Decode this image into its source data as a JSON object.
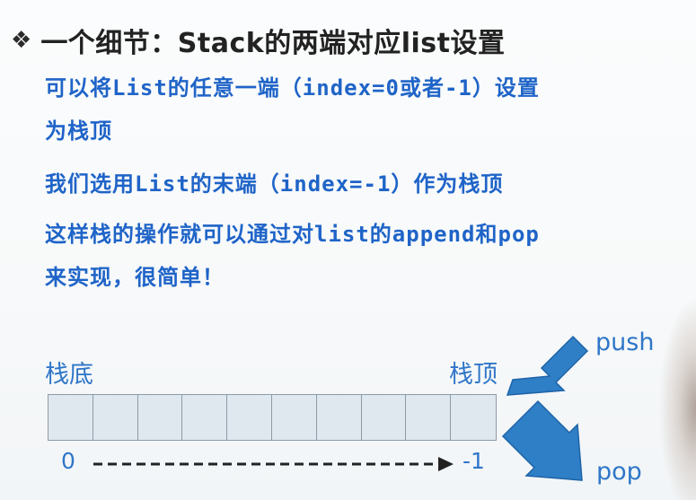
{
  "title": {
    "bullet": "❖",
    "text": "一个细节：Stack的两端对应list设置"
  },
  "body": {
    "line1": "可以将List的任意一端（index=0或者-1）设置",
    "line2": "为栈顶",
    "line3": "我们选用List的末端（index=-1）作为栈顶",
    "line4": "这样栈的操作就可以通过对list的append和pop",
    "line5": "来实现，很简单！"
  },
  "diagram": {
    "bottom_label": "栈底",
    "top_label": "栈顶",
    "push_label": "push",
    "pop_label": "pop",
    "index_start": "0",
    "index_end": "-1",
    "cell_count": 10
  },
  "colors": {
    "accent_blue": "#1f64c8",
    "arrow_blue": "#2f7fc6",
    "cell_fill": "#dfe8ef"
  }
}
